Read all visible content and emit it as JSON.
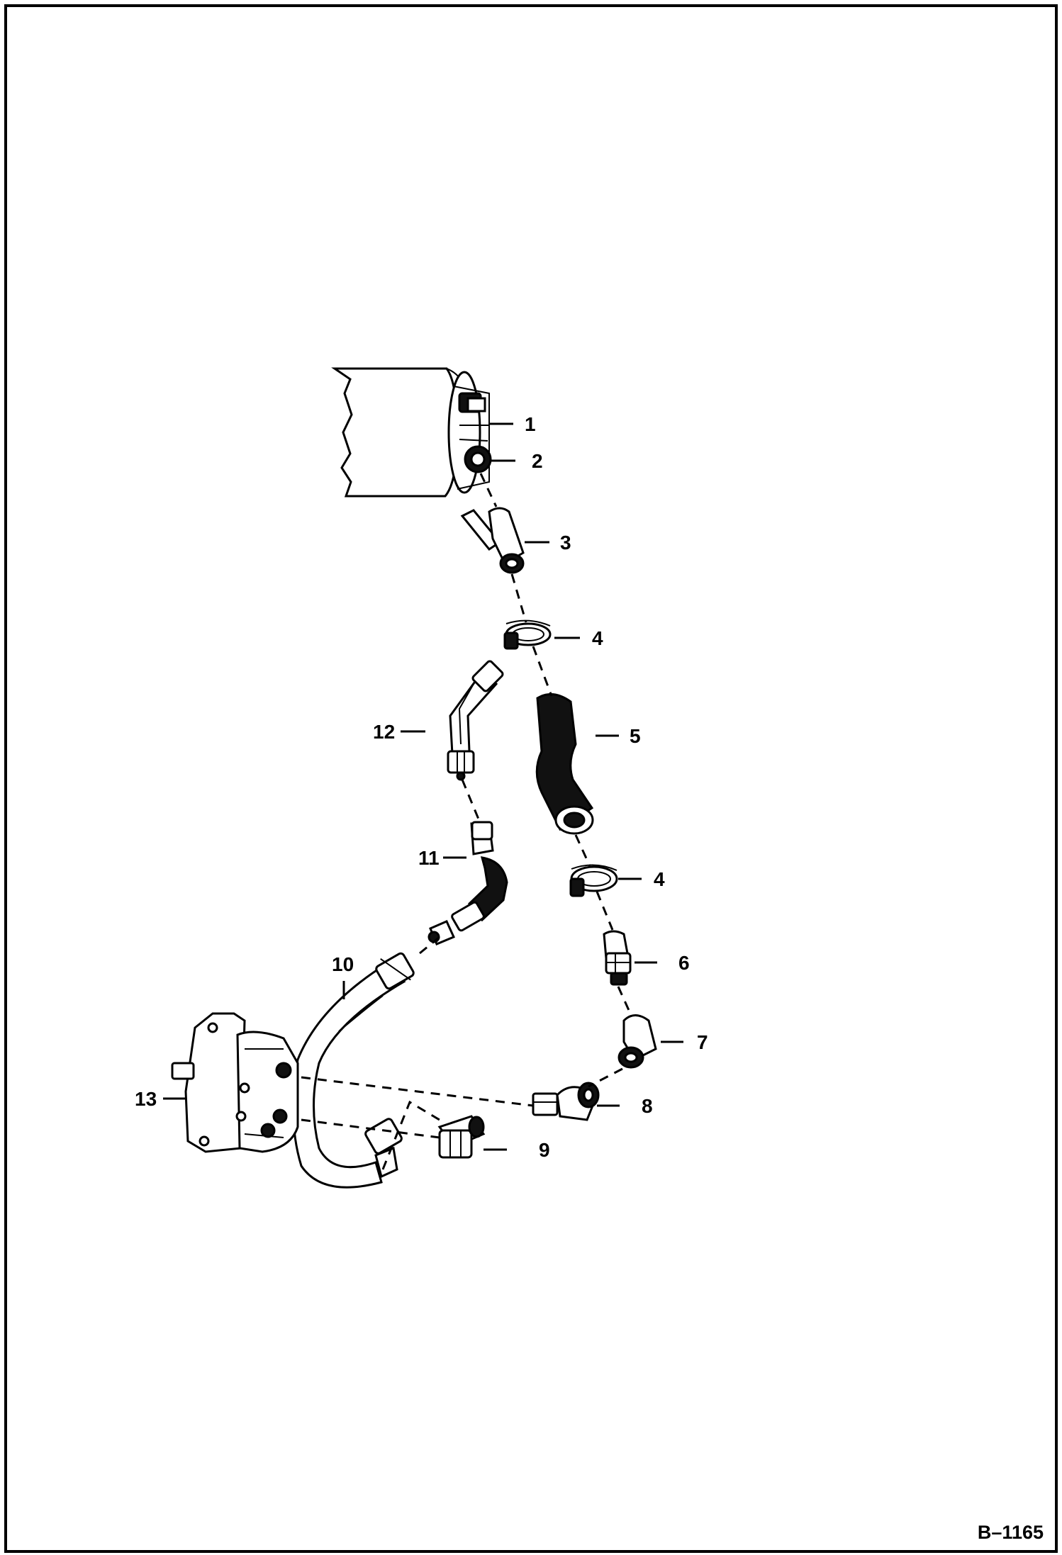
{
  "figure_id": "B–1165",
  "callouts": [
    {
      "id": "c1",
      "label": "1",
      "part": "filter-housing"
    },
    {
      "id": "c2",
      "label": "2",
      "part": "filter-fitting"
    },
    {
      "id": "c3",
      "label": "3",
      "part": "y-fitting"
    },
    {
      "id": "c4a",
      "label": "4",
      "part": "hose-clamp-upper"
    },
    {
      "id": "c5",
      "label": "5",
      "part": "hose"
    },
    {
      "id": "c4b",
      "label": "4",
      "part": "hose-clamp-lower"
    },
    {
      "id": "c6",
      "label": "6",
      "part": "adapter-fitting"
    },
    {
      "id": "c7",
      "label": "7",
      "part": "elbow-fitting"
    },
    {
      "id": "c8",
      "label": "8",
      "part": "elbow-fitting-pump"
    },
    {
      "id": "c9",
      "label": "9",
      "part": "pump-fitting"
    },
    {
      "id": "c10",
      "label": "10",
      "part": "tube"
    },
    {
      "id": "c11",
      "label": "11",
      "part": "hose-assembly"
    },
    {
      "id": "c12",
      "label": "12",
      "part": "tube-elbow"
    },
    {
      "id": "c13",
      "label": "13",
      "part": "hydraulic-pump"
    }
  ]
}
